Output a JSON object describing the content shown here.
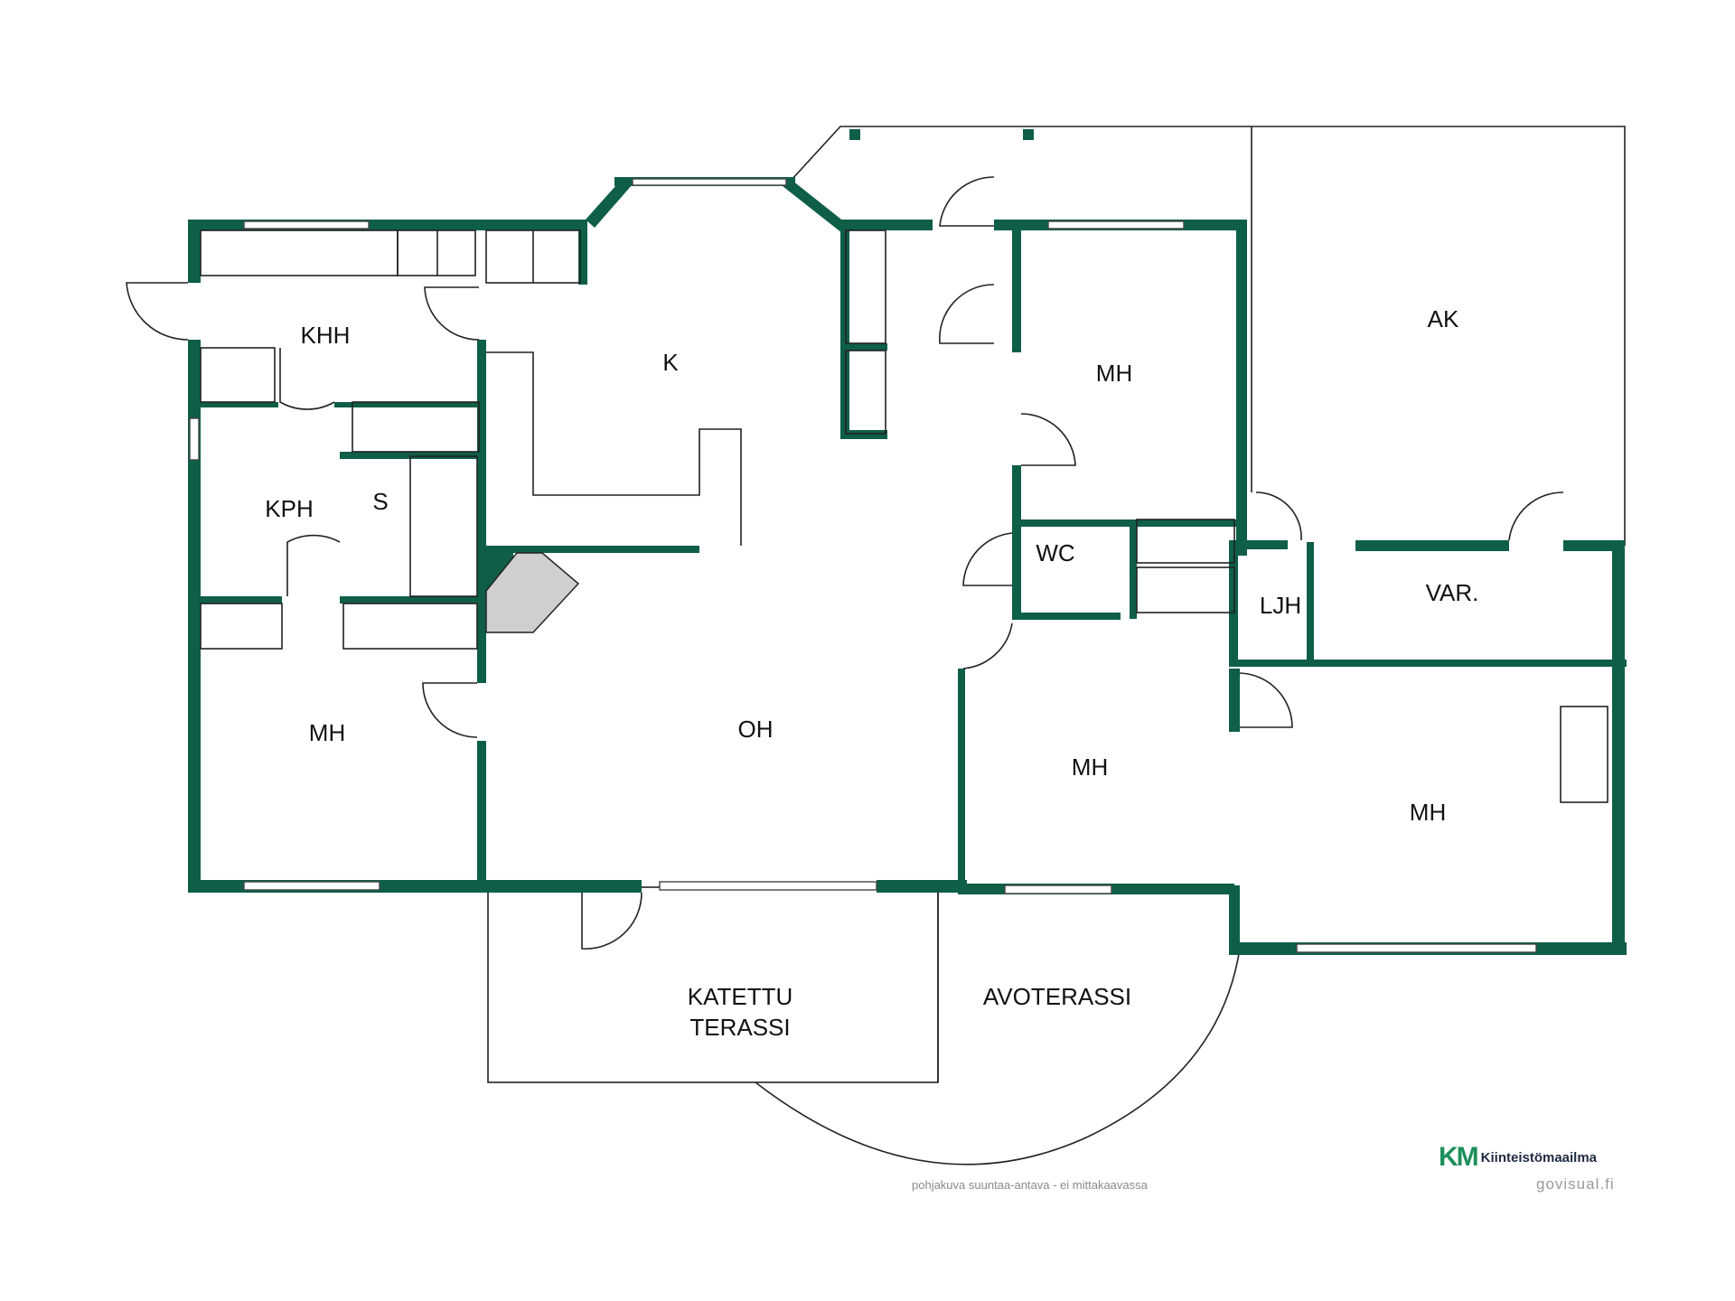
{
  "colors": {
    "wall": "#0e5e48",
    "brand_green": "#1e8f5a",
    "brand_text": "#1f2a44"
  },
  "rooms": {
    "khh": "KHH",
    "k": "K",
    "mh_top": "MH",
    "ak": "AK",
    "kph": "KPH",
    "s": "S",
    "wc": "WC",
    "ljh": "LJH",
    "var": "VAR.",
    "mh_left": "MH",
    "oh": "OH",
    "mh_mid": "MH",
    "mh_right": "MH",
    "katettu_1": "KATETTU",
    "katettu_2": "TERASSI",
    "avoterassi": "AVOTERASSI"
  },
  "footer": {
    "note": "pohjakuva suuntaa-antava - ei mittakaavassa",
    "credit": "govisual.fi",
    "brand_logo": "KM",
    "brand_name": "Kiinteistömaailma"
  }
}
